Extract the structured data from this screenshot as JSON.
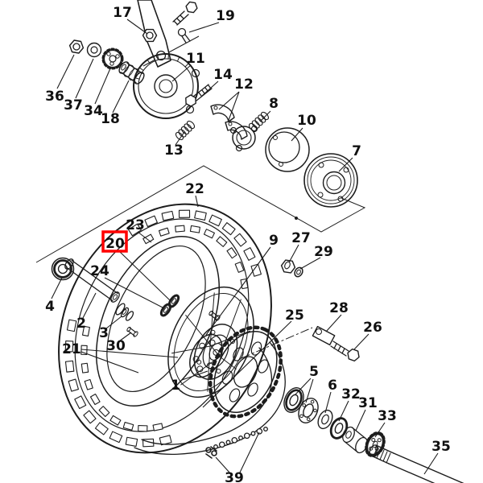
{
  "callouts": {
    "c1": "1",
    "c2": "2",
    "c3": "3",
    "c4": "4",
    "c5": "5",
    "c6": "6",
    "c7": "7",
    "c8": "8",
    "c9": "9",
    "c10": "10",
    "c11": "11",
    "c12": "12",
    "c13": "13",
    "c14": "14",
    "c17": "17",
    "c18": "18",
    "c19": "19",
    "c20": "20",
    "c21": "21",
    "c22": "22",
    "c23": "23",
    "c24": "24",
    "c25": "25",
    "c26": "26",
    "c27": "27",
    "c28": "28",
    "c29": "29",
    "c30": "30",
    "c31": "31",
    "c32": "32",
    "c33": "33",
    "c34": "34",
    "c35": "35",
    "c36": "36",
    "c37": "37",
    "c39": "39"
  },
  "highlight": {
    "label": "20",
    "box_color": "#ff0000"
  },
  "colors": {
    "background": "#ffffff",
    "line": "#1c1c1c",
    "highlight": "#ff0000"
  }
}
